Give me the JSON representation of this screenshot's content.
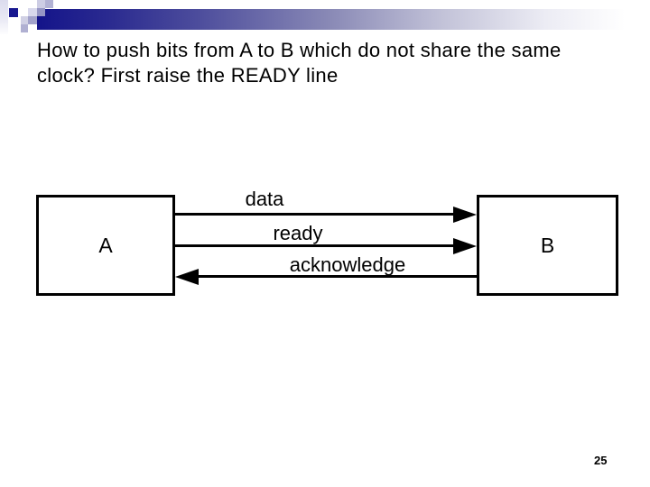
{
  "slide": {
    "title_lines": [
      "How to push bits from A to B which do not share the same",
      "clock? First raise the READY line"
    ],
    "page_number": "25"
  },
  "diagram": {
    "node_a_label": "A",
    "node_b_label": "B",
    "signals": [
      {
        "label": "data",
        "from": "A",
        "to": "B",
        "direction": "right"
      },
      {
        "label": "ready",
        "from": "A",
        "to": "B",
        "direction": "right"
      },
      {
        "label": "acknowledge",
        "from": "B",
        "to": "A",
        "direction": "left"
      }
    ]
  },
  "theme": {
    "background": "#ffffff",
    "text_color": "#000000",
    "bar_gradient_start": "#14148a",
    "bar_gradient_end": "#ffffff",
    "accent_navy_square": "#181890",
    "accent_light_square": "#b2b2d4"
  }
}
